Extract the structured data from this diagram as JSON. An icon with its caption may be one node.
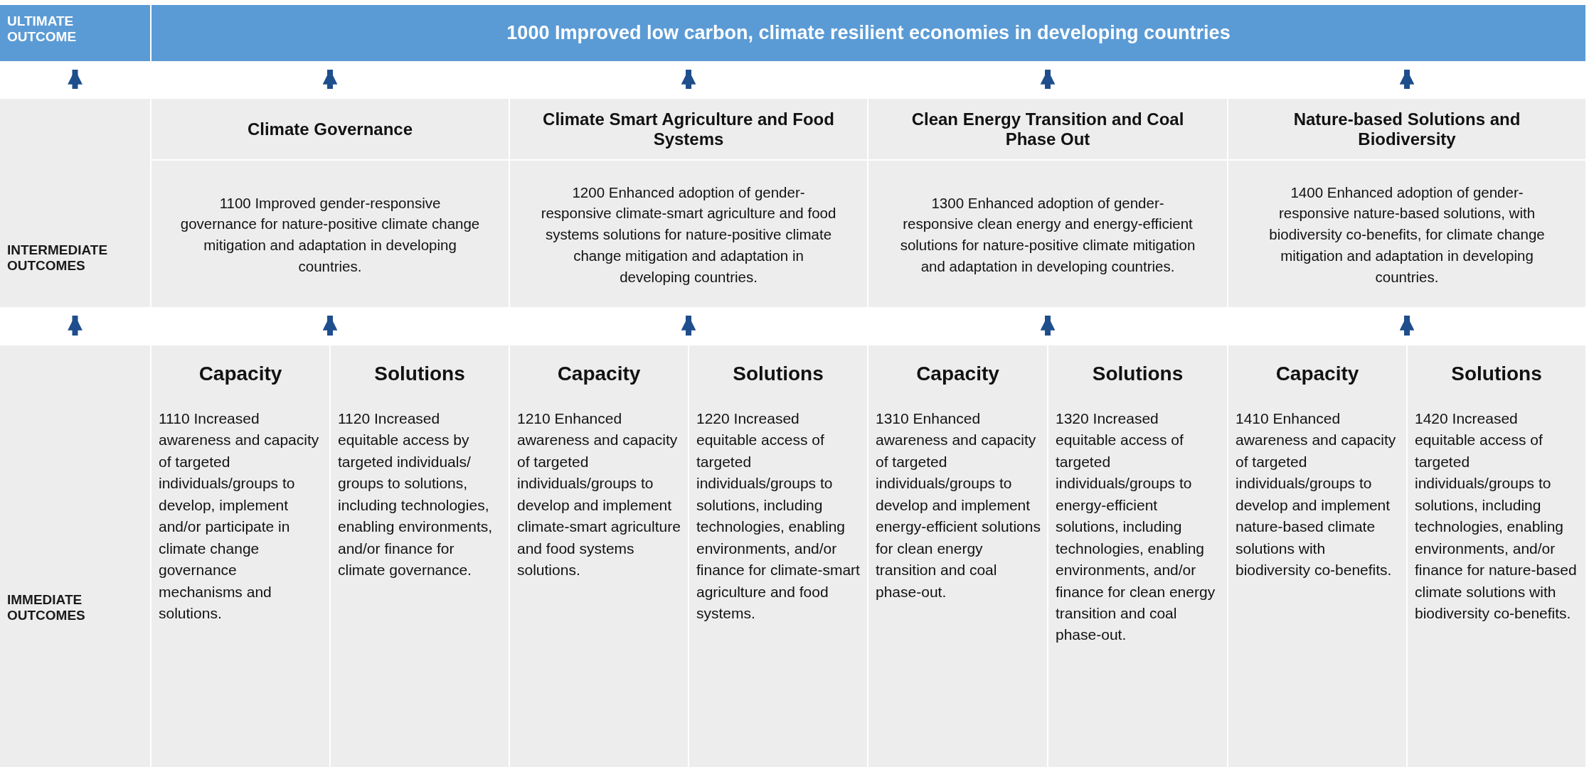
{
  "diagram": {
    "nodes": [
      {
        "text": [
          "ULTIMATE OUTCOME"
        ]
      },
      {
        "text": [
          "1000 Improved low carbon, climate resilient economies in developing countries"
        ]
      },
      {
        "text": [
          "INTERMEDIATE OUTCOMES"
        ]
      },
      {
        "text": [
          "Climate Governance",
          "1100 Improved gender-responsive governance for nature-positive climate change mitigation and adaptation in developing countries."
        ]
      },
      {
        "text": [
          "Climate Smart Agriculture and Food Systems",
          "1200 Enhanced adoption of gender-responsive climate-smart agriculture and food systems solutions for nature-positive climate change mitigation and adaptation in developing countries."
        ]
      },
      {
        "text": [
          "Clean Energy Transition and Coal Phase Out",
          "1300 Enhanced adoption of gender-responsive clean energy and energy-efficient solutions for nature-positive climate mitigation and adaptation in developing countries."
        ]
      },
      {
        "text": [
          "Nature-based Solutions and Biodiversity",
          "1400 Enhanced adoption of gender-responsive nature-based solutions, with biodiversity co-benefits, for climate change mitigation and adaptation in developing countries."
        ]
      },
      {
        "text": [
          "IMMEDIATE OUTCOMES"
        ]
      },
      {
        "text": [
          "Capacity",
          "1110 Increased awareness and capacity of targeted individuals/groups to develop, implement and/or participate in climate change governance mechanisms and solutions."
        ]
      },
      {
        "text": [
          "Solutions",
          "1120 Increased equitable access by targeted individuals/ groups to solutions, including technologies, enabling environments, and/or finance for climate governance."
        ]
      },
      {
        "text": [
          "Capacity",
          "1210 Enhanced awareness and capacity of targeted individuals/groups to develop and implement climate-smart agriculture and food systems solutions."
        ]
      },
      {
        "text": [
          "Solutions",
          "1220 Increased equitable access of targeted individuals/groups to solutions, including technologies, enabling environments, and/or finance for climate-smart agriculture and food systems."
        ]
      },
      {
        "text": [
          "Capacity",
          "1310 Enhanced awareness and capacity of targeted individuals/groups to develop and implement energy-efficient solutions for clean energy transition and coal phase-out."
        ]
      },
      {
        "text": [
          "Solutions",
          "1320 Increased equitable access of targeted individuals/groups to energy-efficient solutions, including technologies, enabling environments, and/or finance for clean energy transition and coal phase-out."
        ]
      },
      {
        "text": [
          "Capacity",
          "1410 Enhanced awareness and capacity of targeted individuals/groups to develop and implement nature-based climate solutions with biodiversity co-benefits."
        ]
      },
      {
        "text": [
          "Solutions",
          "1420 Increased equitable access of targeted individuals/groups to solutions, including technologies, enabling environments, and/or finance for nature-based climate solutions with biodiversity co-benefits."
        ]
      }
    ],
    "edges": [
      {
        "from": 2,
        "to": 0,
        "arrow": "to"
      },
      {
        "from": 3,
        "to": 1,
        "arrow": "to"
      },
      {
        "from": 4,
        "to": 1,
        "arrow": "to"
      },
      {
        "from": 5,
        "to": 1,
        "arrow": "to"
      },
      {
        "from": 6,
        "to": 1,
        "arrow": "to"
      },
      {
        "from": 7,
        "to": 2,
        "arrow": "to"
      },
      {
        "from": 8,
        "to": 3,
        "arrow": "to"
      },
      {
        "from": 9,
        "to": 3,
        "arrow": "to"
      },
      {
        "from": 10,
        "to": 4,
        "arrow": "to"
      },
      {
        "from": 11,
        "to": 4,
        "arrow": "to"
      },
      {
        "from": 12,
        "to": 5,
        "arrow": "to"
      },
      {
        "from": 13,
        "to": 5,
        "arrow": "to"
      },
      {
        "from": 14,
        "to": 6,
        "arrow": "to"
      },
      {
        "from": 15,
        "to": 6,
        "arrow": "to"
      }
    ]
  }
}
